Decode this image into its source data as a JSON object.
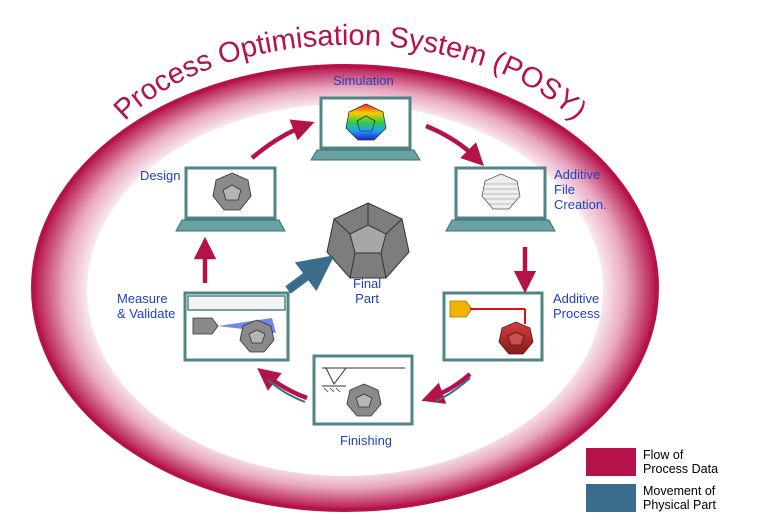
{
  "title": "Process Optimisation System (POSY)",
  "stages": {
    "simulation": "Simulation",
    "design": "Design",
    "additive_file_creation": [
      "Additive",
      "File",
      "Creation."
    ],
    "additive_process": [
      "Additive",
      "Process"
    ],
    "measure_validate": [
      "Measure",
      "& Validate"
    ],
    "finishing": "Finishing",
    "final_part": [
      "Final",
      "Part"
    ]
  },
  "legend": {
    "process_data": {
      "label": [
        "Flow of",
        "Process Data"
      ],
      "color": "#b5124a"
    },
    "physical_part": {
      "label": [
        "Movement of",
        "Physical Part"
      ],
      "color": "#3a6d8c"
    }
  },
  "colors": {
    "ring": "#b5124a",
    "screen_frame": "#4f8585",
    "laptop_base": "#68a2a2",
    "part_grey": "#8a8a8a"
  }
}
